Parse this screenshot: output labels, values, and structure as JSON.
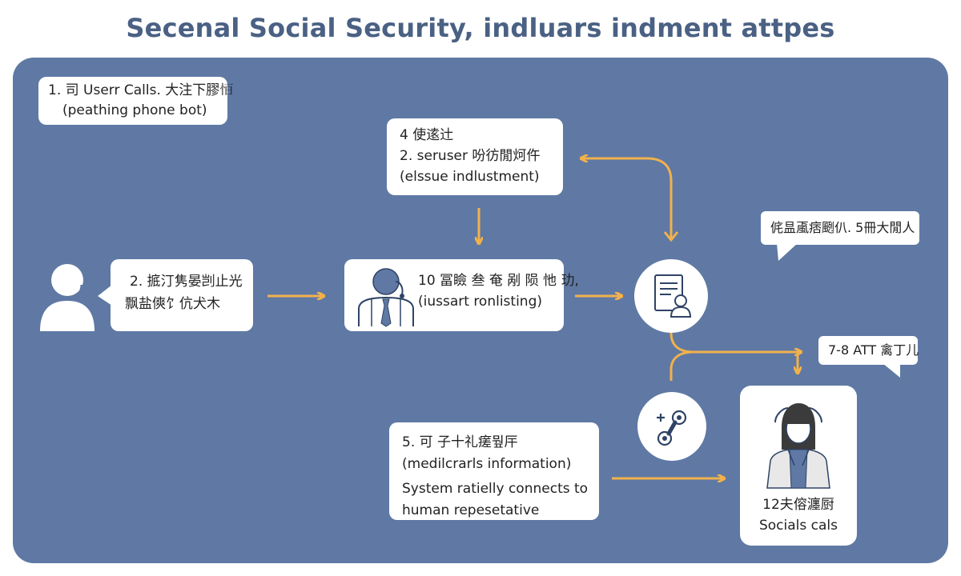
{
  "title": "Secenal Social Security, indluars indment attpes",
  "colors": {
    "panel": "#5f79a4",
    "arrow": "#f2b14b",
    "title": "#4a6184",
    "card": "#ffffff"
  },
  "step_user_calls": {
    "line1": "1. 司 Userr Calls. 大注下膠𢘆",
    "line2": "(peathing phone bot)"
  },
  "step_issue": {
    "line1": "4 使逺辻",
    "line2": "2. seruser 吩彷閒炣仵",
    "line3": "(elssue indlustment)"
  },
  "step_caller_speech": {
    "line1": "2. 掋汀隽晏剀止光",
    "line2": "飘盐傸饣伉犬木"
  },
  "step_assistant": {
    "line1": "10 冨瞼 叁 奄 剐 陨 忚 玏,",
    "line2": "(iussart ronlisting)"
  },
  "bubble_top_right": "侂昷颪痞颲仈. 5冊大閒人",
  "bubble_att": "7-8 ATT 禽丁儿",
  "step_medical": {
    "line1": "5. 可 子十礼瘥뭪厈",
    "line2": "(medilcrarls information)",
    "line3": "System ratielly connects to",
    "line4": "human repesetative"
  },
  "step_representative": {
    "line1": "12夫傛瀍厨",
    "line2": "Socials cals"
  },
  "icons": {
    "caller": "user-headset-icon",
    "agent": "agent-tie-icon",
    "document": "document-user-icon",
    "connector": "plus-link-icon",
    "representative": "woman-representative-icon"
  }
}
